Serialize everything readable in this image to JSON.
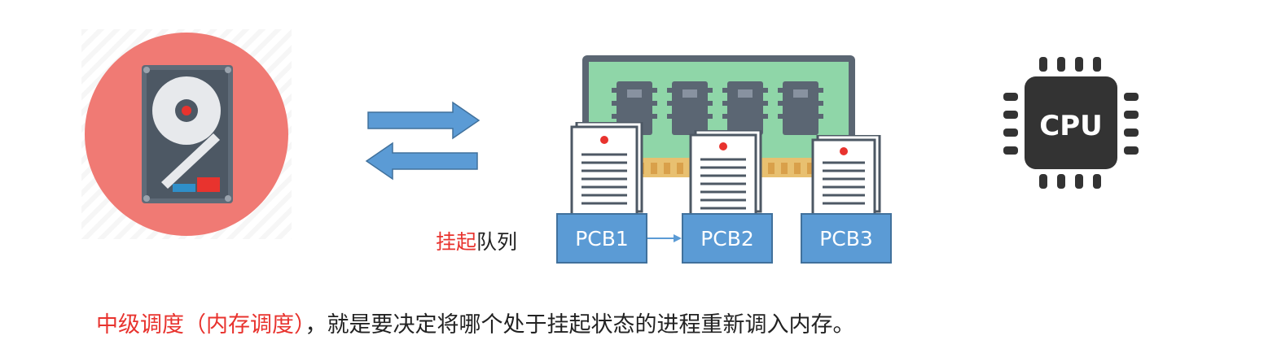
{
  "colors": {
    "highlight": "#e8332e",
    "text": "#222222",
    "pcb_fill": "#5b9bd5",
    "arrow": "#5b9bd5",
    "disk_bg": "#f07a74",
    "ram_board": "#8fd6a8",
    "cpu_body": "#333333"
  },
  "icons": {
    "disk": "hard-disk-icon",
    "ram": "memory-module-icon",
    "cpu": "cpu-chip-icon",
    "document": "document-icon"
  },
  "cpu": {
    "label": "CPU"
  },
  "queue": {
    "label_highlight": "挂起",
    "label_rest": "队列"
  },
  "pcbs": [
    {
      "label": "PCB1"
    },
    {
      "label": "PCB2"
    },
    {
      "label": "PCB3"
    }
  ],
  "caption": {
    "highlight": "中级调度（内存调度）",
    "rest": "，就是要决定将哪个处于挂起状态的进程重新调入内存。"
  }
}
